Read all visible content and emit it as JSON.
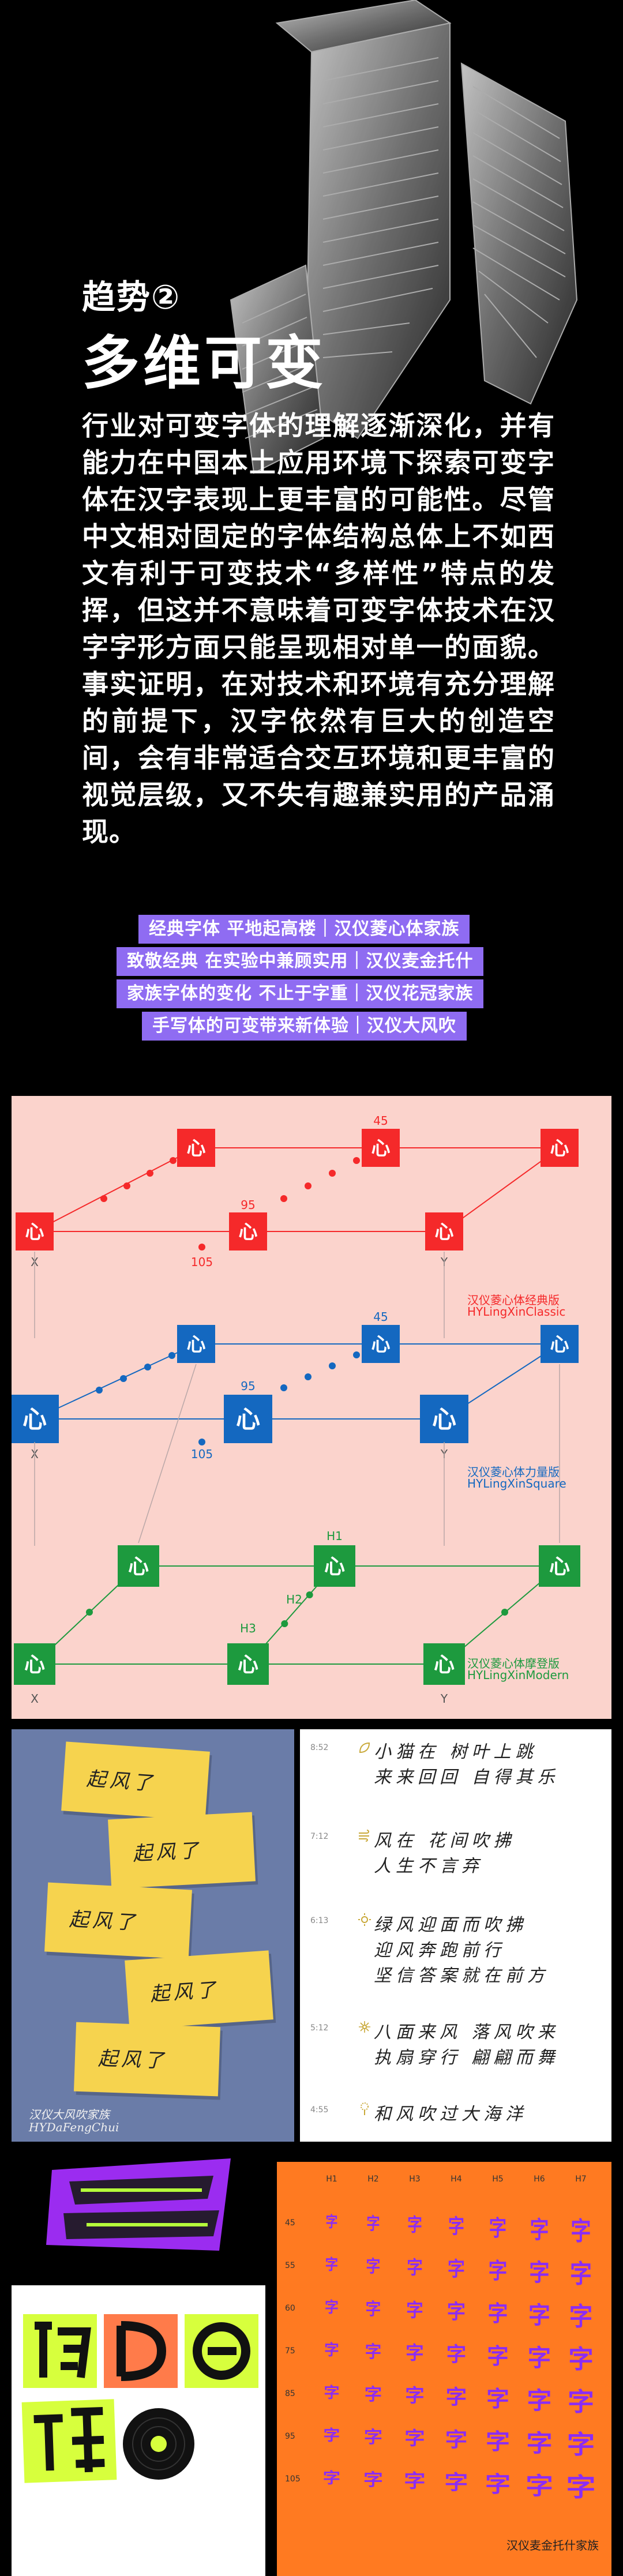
{
  "hero": {
    "trend_label": "趋势②",
    "title": "多维可变",
    "body": "行业对可变字体的理解逐渐深化，并有能力在中国本土应用环境下探索可变字体在汉字表现上更丰富的可能性。尽管中文相对固定的字体结构总体上不如西文有利于可变技术“多样性”特点的发挥，但这并不意味着可变字体技术在汉字字形方面只能呈现相对单一的面貌。事实证明，在对技术和环境有充分理解的前提下，汉字依然有巨大的创造空间，会有非常适合交互环境和更丰富的视觉层级，又不失有趣兼实用的产品涌现。"
  },
  "tags": [
    {
      "text": "经典字体  平地起高楼｜汉仪菱心体家族"
    },
    {
      "text": "致敬经典  在实验中兼顾实用｜汉仪麦金托什"
    },
    {
      "text": "家族字体的变化  不止于字重｜汉仪花冠家族"
    },
    {
      "text": "手写体的可变带来新体验｜汉仪大风吹"
    }
  ],
  "diagram": {
    "glyph": "心",
    "groups": [
      {
        "name_cn": "汉仪菱心体经典版",
        "name_en": "HYLingXinClassic",
        "color": "#f5292a",
        "labels": {
          "top": "45",
          "mid": "95",
          "low": "105",
          "x": "X",
          "y": "Y"
        }
      },
      {
        "name_cn": "汉仪菱心体力量版",
        "name_en": "HYLingXinSquare",
        "color": "#1468c0",
        "labels": {
          "top": "45",
          "mid": "95",
          "low": "105",
          "x": "X",
          "y": "Y"
        }
      },
      {
        "name_cn": "汉仪菱心体摩登版",
        "name_en": "HYLingXinModern",
        "color": "#1d9a3e",
        "labels": {
          "h1": "H1",
          "h2": "H2",
          "h3": "H3",
          "x": "X",
          "y": "Y"
        }
      }
    ]
  },
  "poster": {
    "note_text": "起风了",
    "brand_cn": "汉仪大风吹家族",
    "brand_en": "HYDaFengChui"
  },
  "handwriting": {
    "entries": [
      {
        "time": "8:52",
        "lines": [
          "小猫在  树叶上跳",
          "来来回回  自得其乐"
        ]
      },
      {
        "time": "7:12",
        "lines": [
          "风在  花间吹拂",
          "人生不言弃"
        ]
      },
      {
        "time": "6:13",
        "lines": [
          "绿风迎面而吹拂",
          "迎风奔跑前行",
          "坚信答案就在前方"
        ]
      },
      {
        "time": "5:12",
        "lines": [
          "八面来风  落风吹来",
          "执扇穿行  翩翩而舞"
        ]
      },
      {
        "time": "4:55",
        "lines": [
          "和风吹过大海洋"
        ]
      }
    ]
  },
  "mac_grid": {
    "glyph": "字",
    "columns": [
      "H1",
      "H2",
      "H3",
      "H4",
      "H5",
      "H6",
      "H7"
    ],
    "rows": [
      "45",
      "55",
      "60",
      "75",
      "85",
      "95",
      "105"
    ],
    "caption": "汉仪麦金托什家族"
  },
  "colors": {
    "tag_bg": "#8f6cf2",
    "diagram_bg": "#fbd3cc",
    "poster_bg": "#6a7ca8",
    "grid_bg": "#ff7a21",
    "grid_glyph": "#8b2cf5"
  }
}
